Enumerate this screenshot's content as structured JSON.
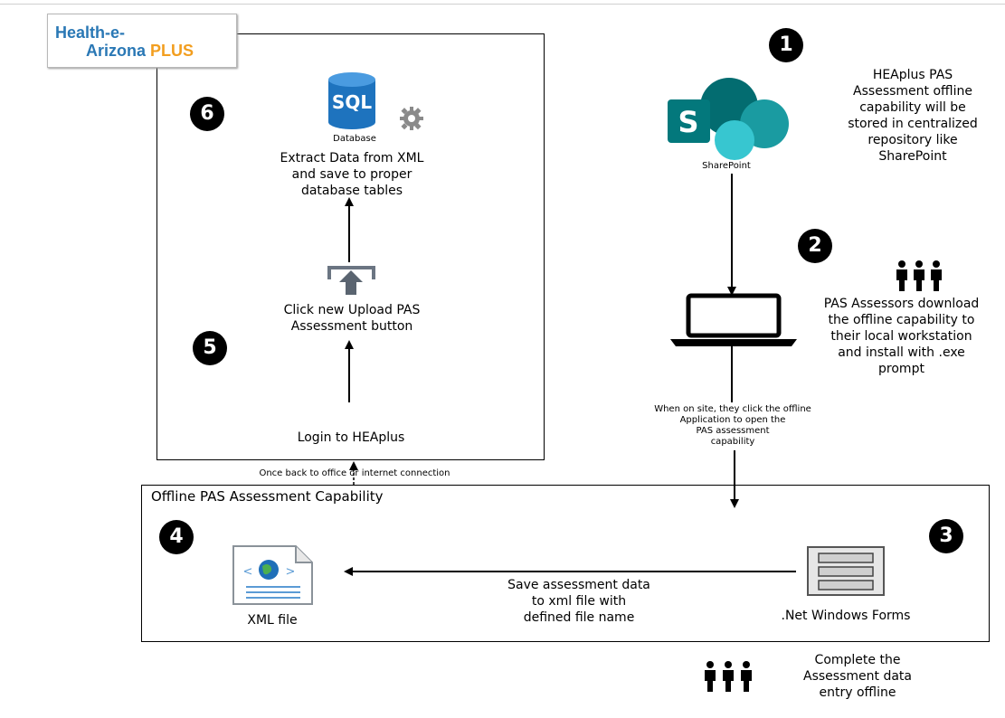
{
  "logo": {
    "line1": "Health-e-",
    "line2": "Arizona",
    "plus": "PLUS"
  },
  "steps": {
    "s1": "1",
    "s2": "2",
    "s3": "3",
    "s4": "4",
    "s5": "5",
    "s6": "6"
  },
  "heaplus_box": {
    "sql_label": "SQL",
    "database_label": "Database",
    "extract_text": "Extract Data from XML\nand save to proper\ndatabase tables",
    "upload_text": "Click new Upload PAS\nAssessment button",
    "login_text": "Login to HEAplus"
  },
  "sharepoint": {
    "label": "SharePoint",
    "description": "HEAplus PAS\nAssessment offline\ncapability will be\nstored in centralized\nrepository like\nSharePoint"
  },
  "assessors": {
    "description": "PAS Assessors download\nthe offline capability to\ntheir local workstation\nand install with .exe\nprompt"
  },
  "onsite_note": "When on site, they click the offline\nApplication to open the\nPAS assessment\ncapability",
  "back_office_note": "Once back to office or internet connection",
  "offline_box": {
    "title": "Offline PAS Assessment Capability",
    "xml_label": "XML file",
    "save_text": "Save assessment data\nto xml file with\ndefined file name",
    "forms_label": ".Net Windows Forms"
  },
  "complete_text": "Complete the\nAssessment data\nentry offline",
  "colors": {
    "sharepoint_dark": "#036c70",
    "sharepoint_mid": "#1a9ba1",
    "sharepoint_light": "#37c6d0",
    "sql_blue": "#1e73be",
    "logo_blue": "#2a78b5",
    "logo_orange": "#f29e1f"
  }
}
